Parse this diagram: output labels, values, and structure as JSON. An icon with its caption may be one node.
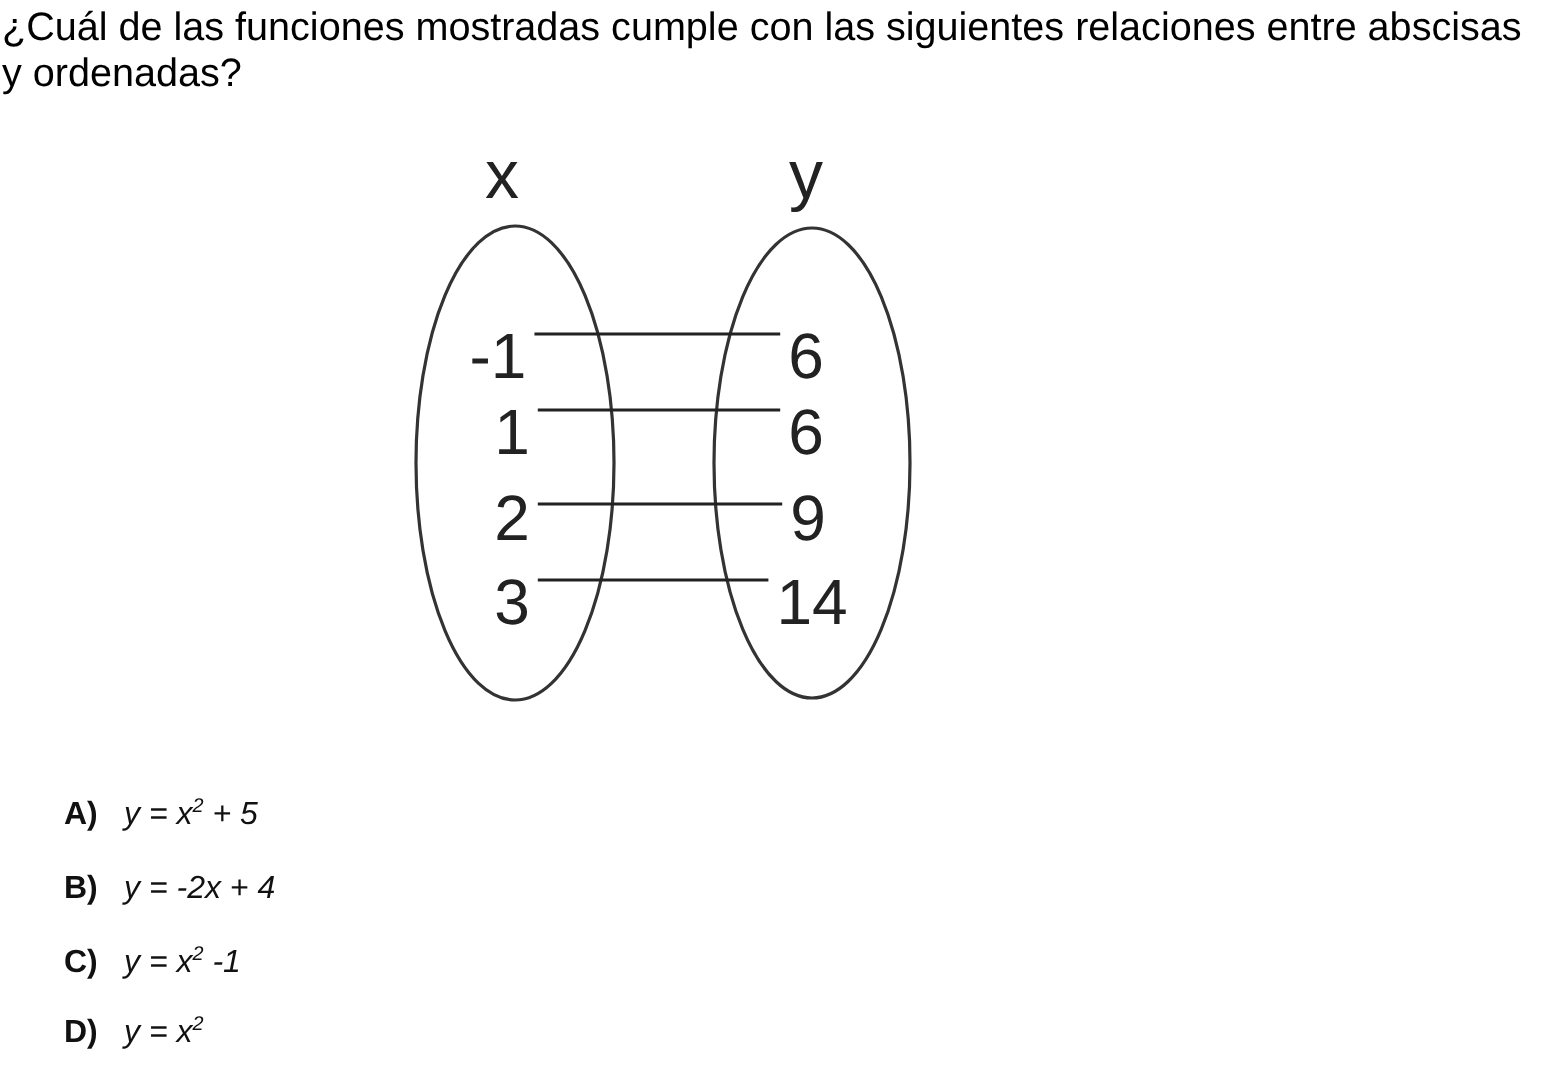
{
  "diagram": {
    "title": "¿Cuál de las funciones mostradas cumple con las siguientes relaciones entre abscisas y ordenadas?",
    "nodes": [
      {
        "text": [
          "x"
        ]
      },
      {
        "text": [
          "-1"
        ],
        "in": 0
      },
      {
        "text": [
          "1"
        ],
        "in": 0
      },
      {
        "text": [
          "2"
        ],
        "in": 0
      },
      {
        "text": [
          "3"
        ],
        "in": 0
      },
      {
        "text": [
          "y"
        ]
      },
      {
        "text": [
          "6"
        ],
        "in": 5
      },
      {
        "text": [
          "6"
        ],
        "in": 5
      },
      {
        "text": [
          "9"
        ],
        "in": 5
      },
      {
        "text": [
          "14"
        ],
        "in": 5
      }
    ],
    "edges": [
      {
        "from": 1,
        "to": 6,
        "arrow": "none"
      },
      {
        "from": 2,
        "to": 7,
        "arrow": "none"
      },
      {
        "from": 3,
        "to": 8,
        "arrow": "none"
      },
      {
        "from": 4,
        "to": 9,
        "arrow": "none"
      }
    ],
    "labels": [
      "A)",
      "y = x$^{2}$ + 5",
      "B)",
      "y = -2x + 4",
      "C)",
      "y = x$^{2}$ -1",
      "D)",
      "y = x$^{2}$"
    ]
  }
}
